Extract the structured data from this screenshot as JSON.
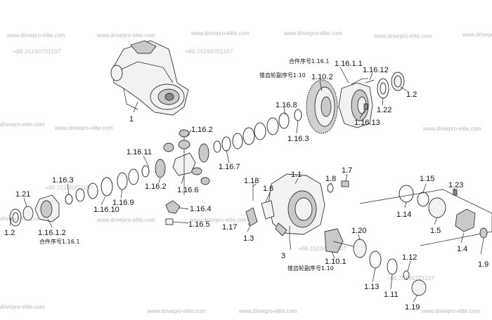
{
  "watermarks": {
    "site": "www.drivepro-elite.com",
    "site_short_left": "drivepro-elite.com",
    "site_short_right": "www.drivepro-elite.com",
    "phone": "+86 15166701167"
  },
  "notes": {
    "assembly_seq": "合件序号1.16.1",
    "assembly_seq_lower": "合件序号1.16.1",
    "bevel_pair_top": "锥齿轮副序号1.10",
    "bevel_pair_bottom": "锥齿轮副序号1.10"
  },
  "callouts": {
    "p1": "1",
    "p1_16_1_1": "1.16.1.1",
    "p1_16_12": "1.16.12",
    "p1_10_2": "1.10.2",
    "p1_2_top": "1.2",
    "p1_16_8": "1.16.8",
    "p1_22": "1.22",
    "p1_16_13": "1.16.13",
    "p1_16_3_top": "1.16.3",
    "p1_16_2_top": "1.16.2",
    "p1_16_11": "1.16.11",
    "p1_16_7": "1.16.7",
    "p1_16_2_mid": "1.16.2",
    "p1_16_6": "1.16.6",
    "p1_16_3_left": "1.16.3",
    "p1_21": "1.21",
    "p1_16_10": "1.16.10",
    "p1_16_9": "1.16.9",
    "p1_16_4": "1.16.4",
    "p1_16_5": "1.16.5",
    "p1_2_left": "1.2",
    "p1_16_1_2": "1.16.1.2",
    "p1_1": "1.1",
    "p1_7": "1.7",
    "p1_8": "1.8",
    "p1_18": "1.18",
    "p1_6": "1.6",
    "p1_15": "1.15",
    "p1_23": "1.23",
    "p1_14": "1.14",
    "p1_5": "1.5",
    "p1_17": "1.17",
    "p1_3": "1.3",
    "p3": "3",
    "p1_20": "1.20",
    "p1_10_1": "1.10.1",
    "p1_4": "1.4",
    "p1_9": "1.9",
    "p1_12": "1.12",
    "p1_13": "1.13",
    "p1_11": "1.11",
    "p1_19": "1.19"
  },
  "colors": {
    "ink": "#222222",
    "watermark": "#b9b9b9",
    "part_fill": "#f2f2f2",
    "part_dark": "#888888"
  }
}
